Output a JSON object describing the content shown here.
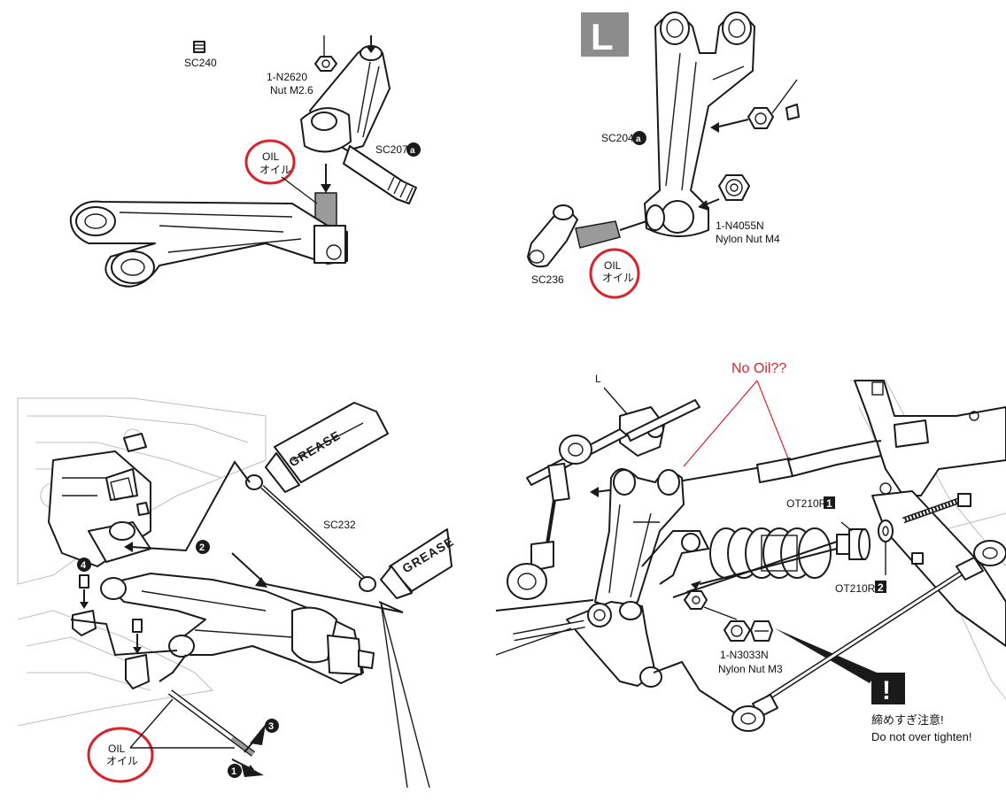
{
  "colors": {
    "accent_red": "#d9232a",
    "ink": "#1a1a1a",
    "panel_grey": "#8c8c8c"
  },
  "panel_top_left": {
    "part_sc240": "SC240",
    "nut_code": "1-N2620",
    "nut_name": "Nut M2.6",
    "part_sc207": "SC207",
    "step_badge": "a",
    "oil_en": "OIL",
    "oil_jp": "オイル"
  },
  "panel_top_right": {
    "side_badge": "L",
    "part_sc204": "SC204",
    "step_badge": "a",
    "nut_code": "1-N4055N",
    "nut_name": "Nylon Nut M4",
    "part_sc236": "SC236",
    "oil_en": "OIL",
    "oil_jp": "オイル"
  },
  "panel_bottom_left": {
    "grease_1": "GREASE",
    "grease_2": "GREASE",
    "part_sc232": "SC232",
    "step_1": "1",
    "step_2": "2",
    "step_3": "3",
    "step_4": "4",
    "oil_en": "OIL",
    "oil_jp": "オイル"
  },
  "panel_bottom_right": {
    "annotation": "No Oil??",
    "side_letter": "L",
    "part_ot210r_1": "OT210R",
    "badge_1": "1",
    "part_ot210r_2": "OT210R",
    "badge_2": "2",
    "nut_code": "1-N3033N",
    "nut_name": "Nylon Nut M3",
    "warning_glyph": "!",
    "warning_jp": "締めすぎ注意!",
    "warning_en": "Do not over tighten!"
  }
}
